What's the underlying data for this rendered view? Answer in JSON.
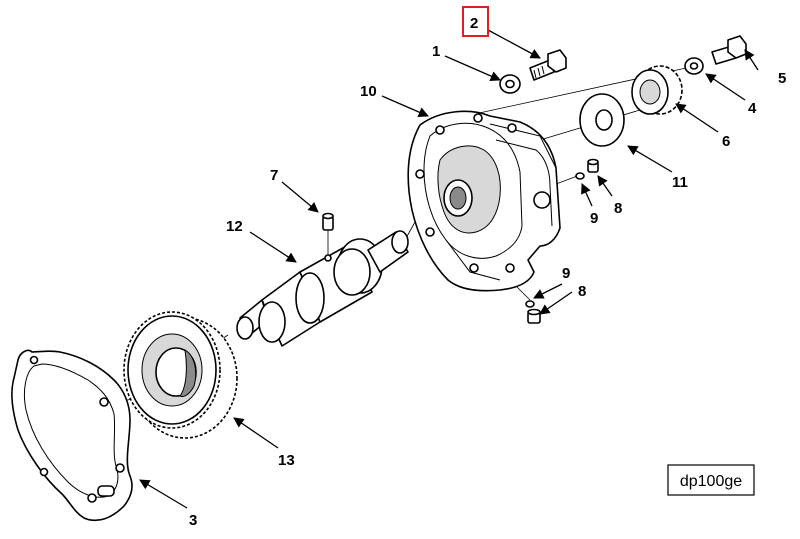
{
  "callouts": [
    {
      "id": "c1",
      "label": "1",
      "highlighted": false
    },
    {
      "id": "c2",
      "label": "2",
      "highlighted": true
    },
    {
      "id": "c3",
      "label": "3",
      "highlighted": false
    },
    {
      "id": "c4",
      "label": "4",
      "highlighted": false
    },
    {
      "id": "c5",
      "label": "5",
      "highlighted": false
    },
    {
      "id": "c6",
      "label": "6",
      "highlighted": false
    },
    {
      "id": "c7",
      "label": "7",
      "highlighted": false
    },
    {
      "id": "c8a",
      "label": "8",
      "highlighted": false
    },
    {
      "id": "c8b",
      "label": "8",
      "highlighted": false
    },
    {
      "id": "c9a",
      "label": "9",
      "highlighted": false
    },
    {
      "id": "c9b",
      "label": "9",
      "highlighted": false
    },
    {
      "id": "c10",
      "label": "10",
      "highlighted": false
    },
    {
      "id": "c11",
      "label": "11",
      "highlighted": false
    },
    {
      "id": "c12",
      "label": "12",
      "highlighted": false
    },
    {
      "id": "c13",
      "label": "13",
      "highlighted": false
    }
  ],
  "reference_code": "dp100ge",
  "colors": {
    "highlight_box": "#e02020",
    "line": "#000000",
    "background": "#ffffff"
  }
}
